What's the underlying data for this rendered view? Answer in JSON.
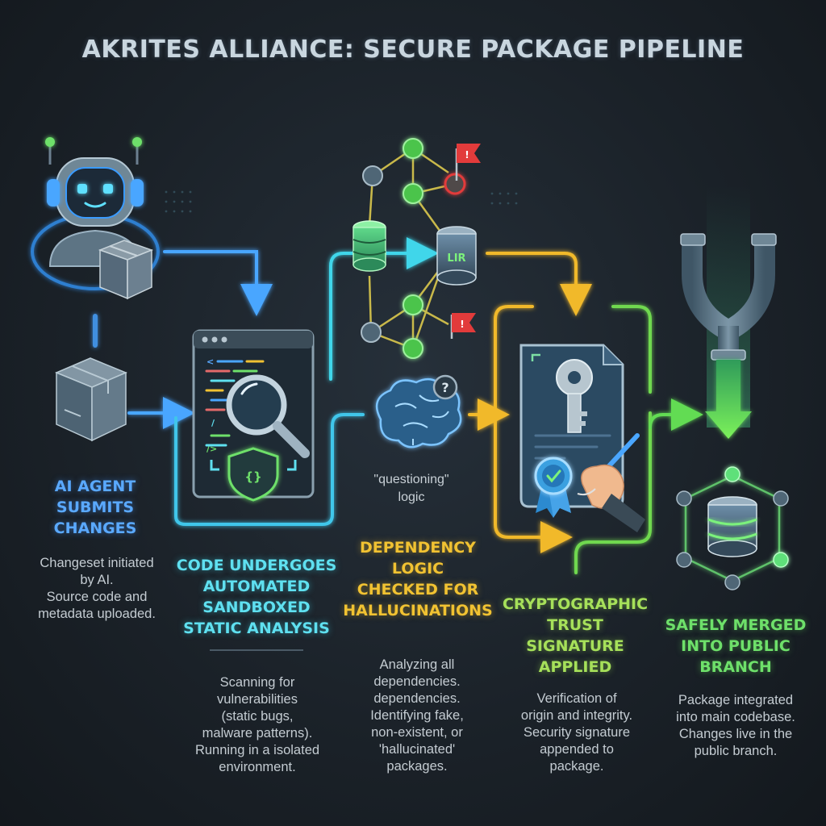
{
  "title": "AKRITES ALLIANCE: SECURE PACKAGE PIPELINE",
  "stages": [
    {
      "title_lines": [
        "AI AGENT",
        "SUBMITS",
        "CHANGES"
      ],
      "desc_lines": [
        "Changeset initiated",
        "by AI.",
        "Source code and",
        "metadata uploaded."
      ],
      "color": "#5aa9ff"
    },
    {
      "title_lines": [
        "CODE UNDERGOES",
        "AUTOMATED",
        "SANDBOXED",
        "STATIC ANALYSIS"
      ],
      "desc_lines": [
        "Scanning for",
        "vulnerabilities",
        "(static bugs,",
        "malware patterns).",
        "Running in a isolated",
        "environment."
      ],
      "color": "#5fe0f0"
    },
    {
      "title_lines": [
        "DEPENDENCY",
        "LOGIC",
        "CHECKED FOR",
        "HALLUCINATIONS"
      ],
      "desc_lines": [
        "Analyzing all",
        "dependencies.",
        "dependencies.",
        "Identifying fake,",
        "non-existent, or",
        "'hallucinated'",
        "packages."
      ],
      "color": "#f1c232"
    },
    {
      "title_lines": [
        "CRYPTOGRAPHIC",
        "TRUST",
        "SIGNATURE",
        "APPLIED"
      ],
      "desc_lines": [
        "Verification of",
        "origin and integrity.",
        "Security signature",
        "appended to",
        "package."
      ],
      "color": "#a6e05a"
    },
    {
      "title_lines": [
        "SAFELY MERGED",
        "INTO PUBLIC",
        "BRANCH"
      ],
      "desc_lines": [
        "Package integrated",
        "into main codebase.",
        "Changes live in the",
        "public branch."
      ],
      "color": "#6ee06a"
    }
  ],
  "brain_note_lines": [
    "\"questioning\"",
    "logic"
  ],
  "lir_label": "LIR",
  "code_brace": "{}",
  "question_mark": "?",
  "flag_mark": "!",
  "code_lines": [
    "<",
    "/",
    "/>"
  ],
  "colors": {
    "blue": "#5aa9ff",
    "cyan": "#5fe0f0",
    "gold": "#f1c232",
    "green": "#6ee06a",
    "lime": "#a6e05a",
    "red": "#e23b3b"
  }
}
